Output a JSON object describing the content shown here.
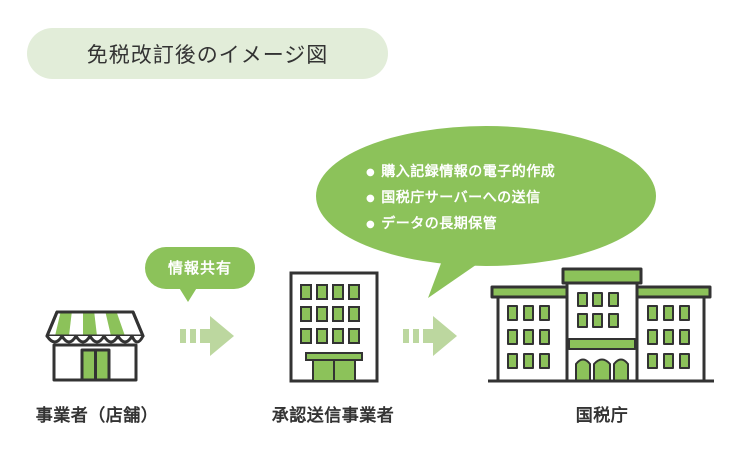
{
  "title": "免税改訂後のイメージ図",
  "share_label": "情報共有",
  "bubble_items": [
    "購入記録情報の電子的作成",
    "国税庁サーバーへの送信",
    "データの長期保管"
  ],
  "entities": {
    "store": "事業者（店舗）",
    "approved_sender": "承認送信事業者",
    "tax_agency": "国税庁"
  },
  "colors": {
    "accent": "#8cc25a",
    "accent_light": "#e2edd9",
    "arrow": "#bcd79f",
    "outline": "#333333"
  }
}
